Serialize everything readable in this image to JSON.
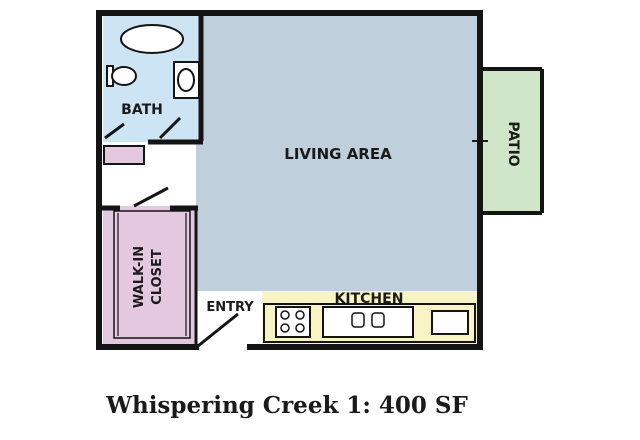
{
  "floor_plan": {
    "rooms": {
      "living_area": "LIVING AREA",
      "bath": "BATH",
      "patio": "PATIO",
      "walk_in_closet_line1": "WALK-IN",
      "walk_in_closet_line2": "CLOSET",
      "entry": "ENTRY",
      "kitchen": "KITCHEN"
    },
    "caption": "Whispering Creek 1: 400 SF"
  },
  "colors": {
    "wall": "#141414",
    "living": "#bfd0dc",
    "bath": "#cce4f4",
    "patio": "#cfe6c8",
    "closet": "#e4c8e0",
    "kitchen": "#f8f4c4"
  }
}
